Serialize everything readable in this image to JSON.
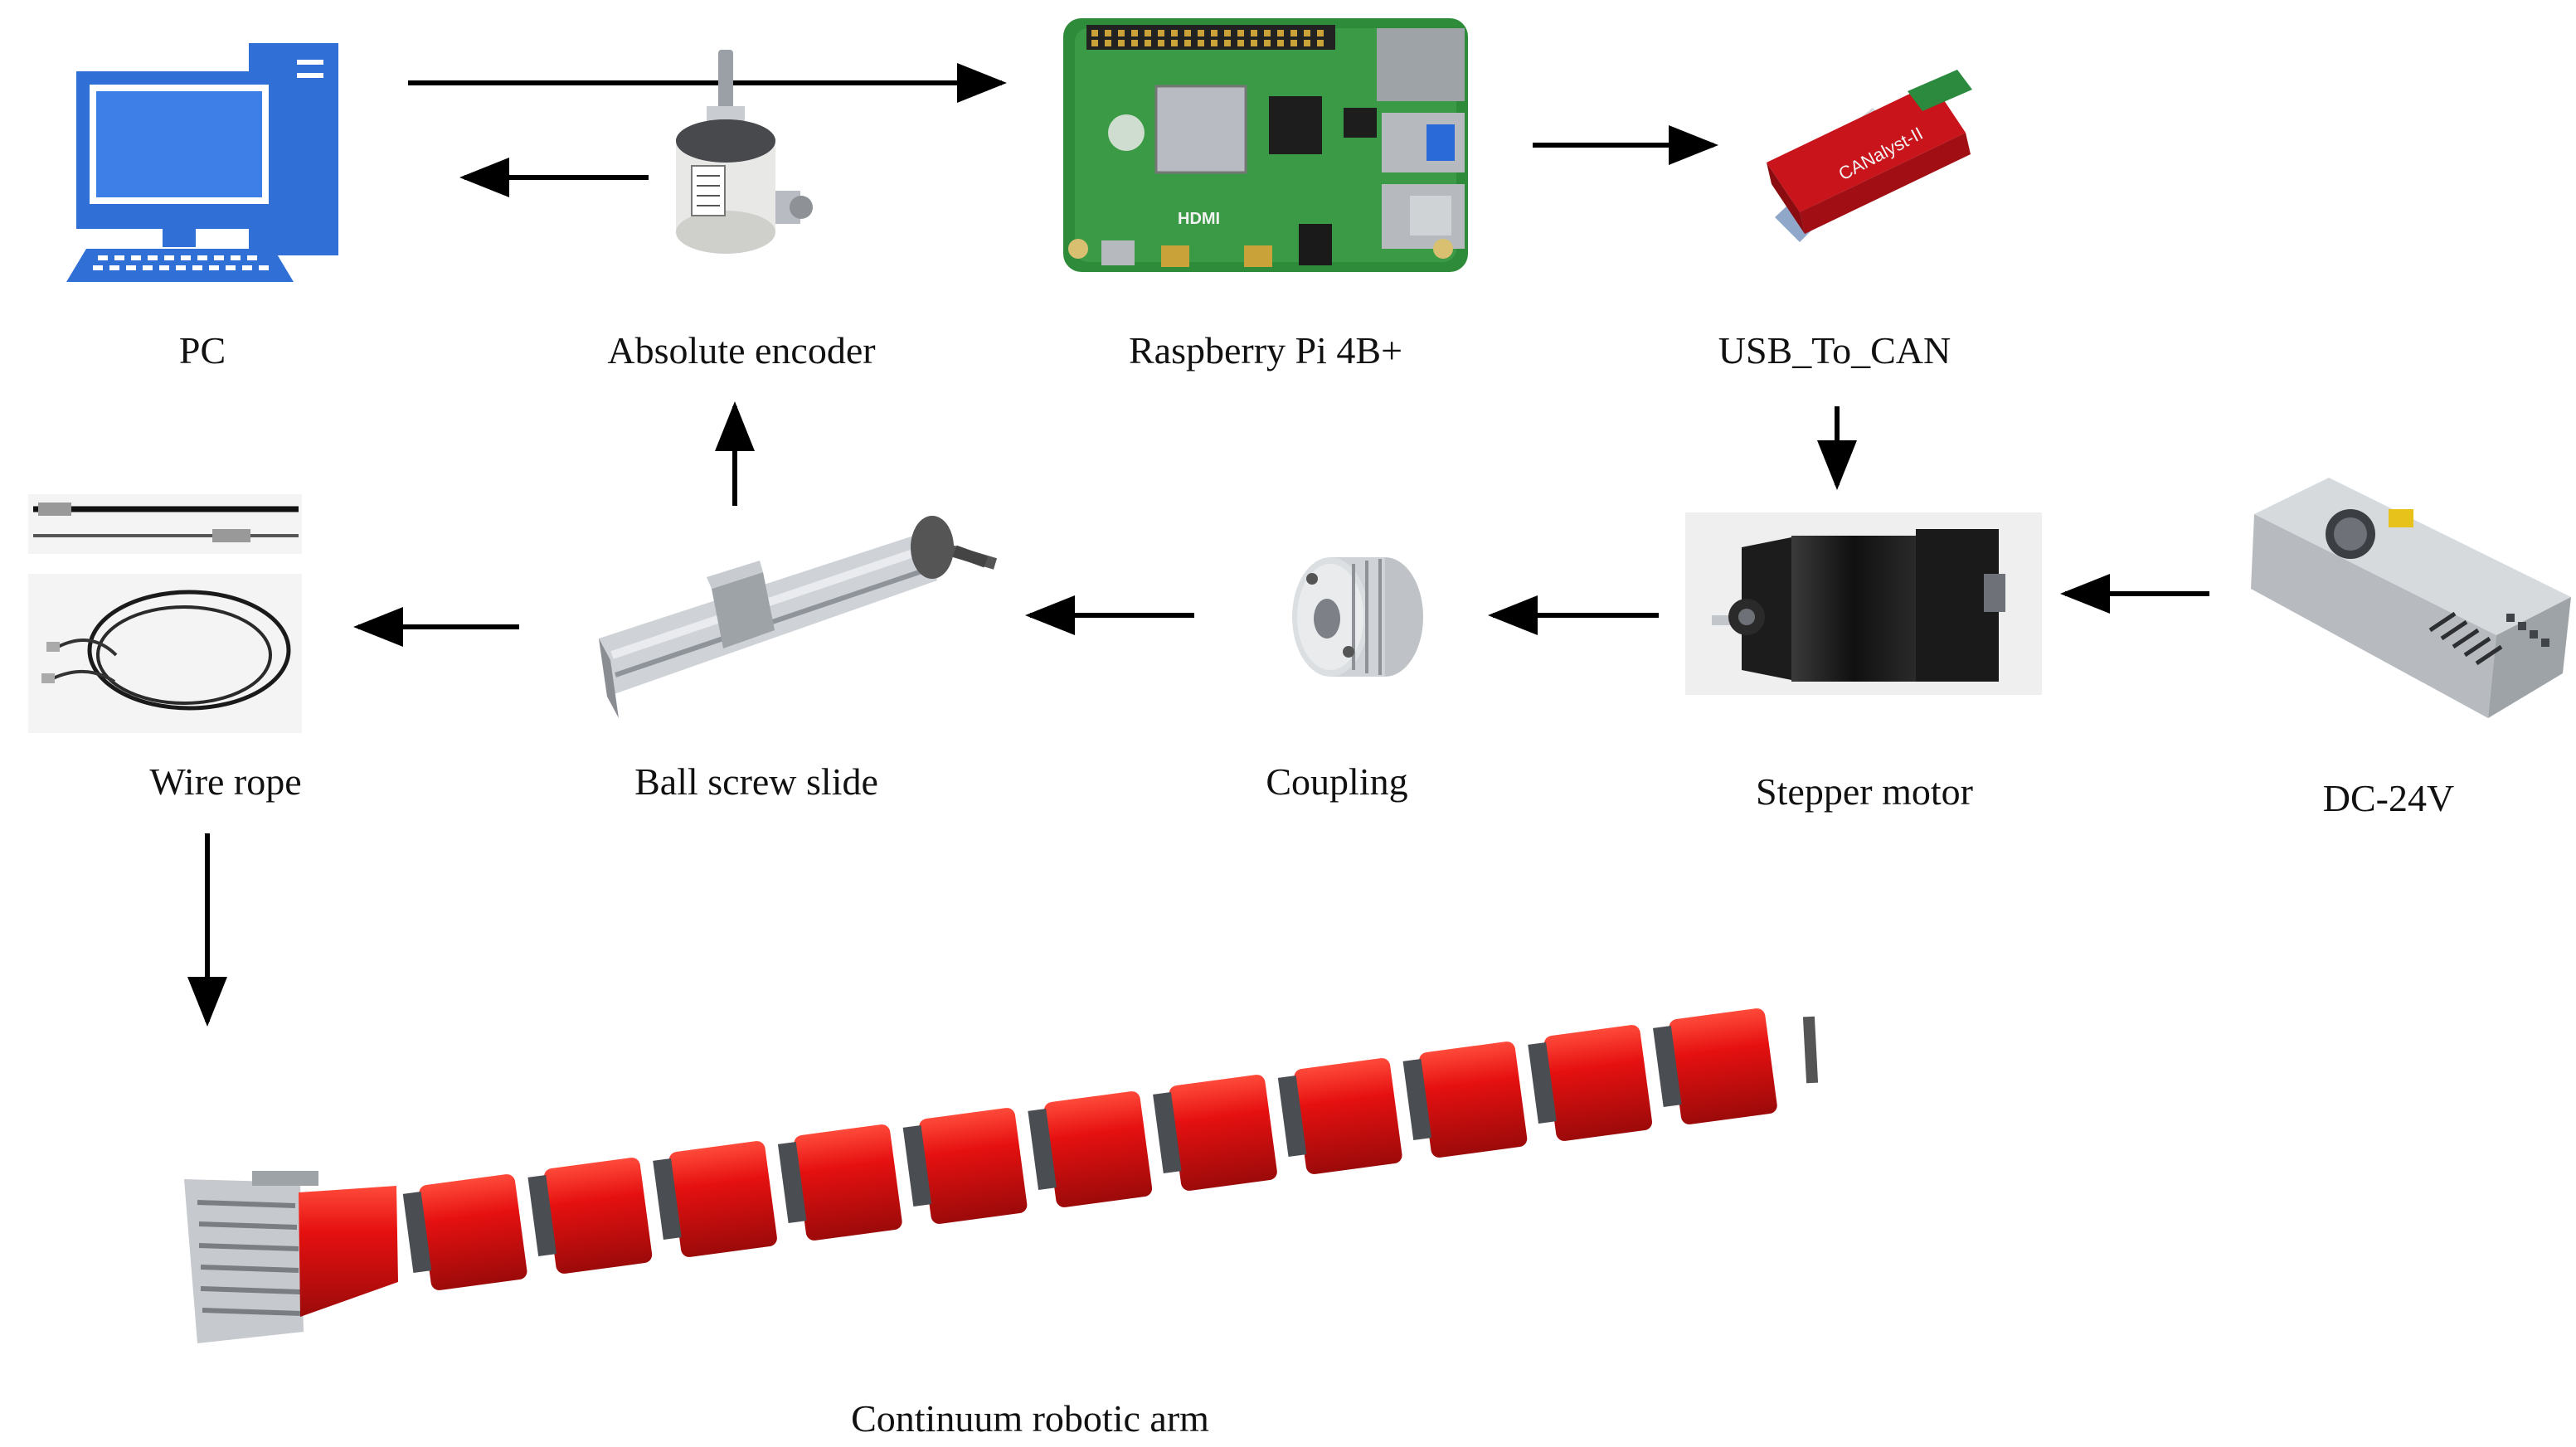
{
  "diagram": {
    "nodes": [
      {
        "id": "pc",
        "label": "PC",
        "icon": "desktop-computer-icon"
      },
      {
        "id": "encoder",
        "label": "Absolute encoder",
        "icon": "rotary-encoder-image"
      },
      {
        "id": "raspberry",
        "label": "Raspberry Pi 4B+",
        "icon": "raspberry-pi-board-image",
        "board_print": "HDMI"
      },
      {
        "id": "usbcan",
        "label": "USB_To_CAN",
        "icon": "usb-can-adapter-image",
        "device_print": "CANalyst-II"
      },
      {
        "id": "wire",
        "label": "Wire rope",
        "icon": "wire-rope-image"
      },
      {
        "id": "ballscrew",
        "label": "Ball screw slide",
        "icon": "ball-screw-slide-image"
      },
      {
        "id": "coupling",
        "label": "Coupling",
        "icon": "shaft-coupling-image"
      },
      {
        "id": "motor",
        "label": "Stepper motor",
        "icon": "stepper-motor-image"
      },
      {
        "id": "power",
        "label": "DC-24V",
        "icon": "power-supply-image"
      },
      {
        "id": "arm",
        "label": "Continuum robotic arm",
        "icon": "continuum-arm-image"
      }
    ],
    "edges": [
      {
        "from": "pc",
        "to": "raspberry"
      },
      {
        "from": "encoder",
        "to": "pc"
      },
      {
        "from": "raspberry",
        "to": "usbcan"
      },
      {
        "from": "usbcan",
        "to": "motor"
      },
      {
        "from": "power",
        "to": "motor"
      },
      {
        "from": "motor",
        "to": "coupling"
      },
      {
        "from": "coupling",
        "to": "ballscrew"
      },
      {
        "from": "ballscrew",
        "to": "wire"
      },
      {
        "from": "ballscrew",
        "to": "encoder"
      },
      {
        "from": "wire",
        "to": "arm"
      }
    ]
  },
  "colors": {
    "arrow": "#000000",
    "pc_blue": "#2f6fd6",
    "board_green": "#2e8b3a",
    "can_red": "#c8141a",
    "arm_red": "#e01010",
    "metal": "#b8bcc2"
  }
}
